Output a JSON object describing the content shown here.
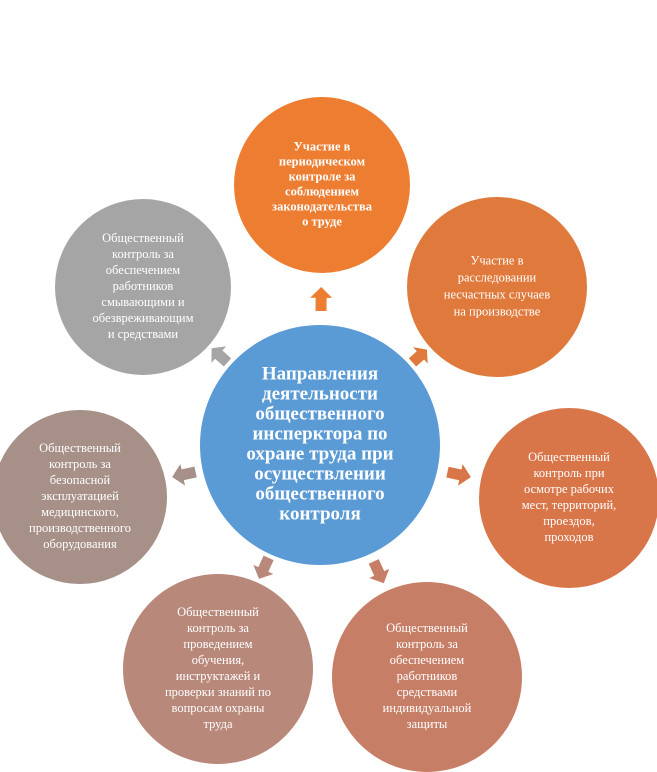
{
  "center": {
    "lines": [
      "Направления",
      "деятельности",
      "общественного",
      "инсперктора по",
      "охране труда при",
      "осуществлении",
      "общественного",
      "контроля"
    ],
    "color": "#5b9bd5"
  },
  "nodes": [
    {
      "id": "top",
      "color": "#ed7d31",
      "lines": [
        "Участие в",
        "периодическом",
        "контроле за",
        "соблюдением",
        "законодательства",
        "о труде"
      ]
    },
    {
      "id": "upper-right",
      "color": "#e07a3c",
      "lines": [
        "Участие в",
        "расследовании",
        "несчастных случаев",
        "на производстве"
      ]
    },
    {
      "id": "right",
      "color": "#d8764a",
      "lines": [
        "Общественный",
        "контроль при",
        "осмотре рабочих",
        "мест, территорий,",
        "проездов,",
        "проходов"
      ]
    },
    {
      "id": "lower-right",
      "color": "#c77e66",
      "lines": [
        "Общественный",
        "контроль за",
        "обеспечением",
        "работников",
        "средствами",
        "индивидуальной",
        "защиты"
      ]
    },
    {
      "id": "lower-left",
      "color": "#b8887a",
      "lines": [
        "Общественный",
        "контроль за",
        "проведением",
        "обучения,",
        "инструктажей и",
        "проверки знаний по",
        "вопросам охраны",
        "труда"
      ]
    },
    {
      "id": "left",
      "color": "#a69088",
      "lines": [
        "Общественный",
        "контроль за",
        "безопасной",
        "эксплуатацией",
        "медицинского,",
        "производственного",
        "оборудования"
      ]
    },
    {
      "id": "upper-left",
      "color": "#a5a5a5",
      "lines": [
        "Общественный",
        "контроль за",
        "обеспечением",
        "работников",
        "смывающими и",
        "обезвреживающим",
        "и средствами"
      ]
    }
  ]
}
